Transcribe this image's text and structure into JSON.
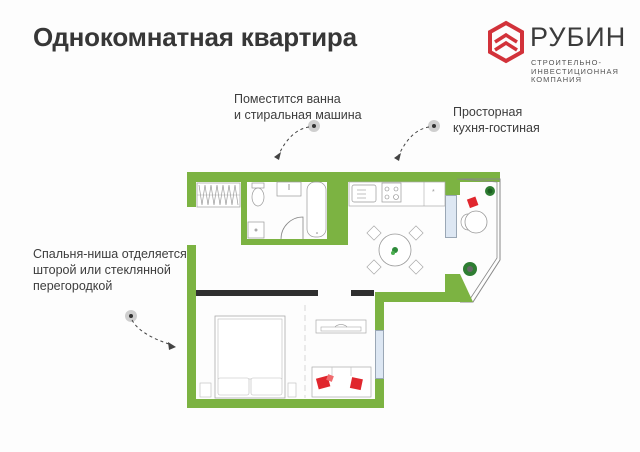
{
  "header": {
    "title": "Однокомнатная квартира"
  },
  "logo": {
    "name": "РУБИН",
    "subtitle_lines": [
      "СТРОИТЕЛЬНО-",
      "ИНВЕСТИЦИОННАЯ",
      "КОМПАНИЯ"
    ],
    "icon": "hexagon-chevron-icon",
    "color": "#d2323a"
  },
  "annotations": [
    {
      "id": "bathroom",
      "lines": [
        "Поместится ванна",
        "и стиральная машина"
      ]
    },
    {
      "id": "kitchen",
      "lines": [
        "Просторная",
        "кухня-гостиная"
      ]
    },
    {
      "id": "bedroom",
      "lines": [
        "Спальня-ниша отделяется",
        "шторой или стеклянной",
        "перегородкой"
      ]
    }
  ],
  "plan": {
    "wall_color": "#7cb342",
    "partition_color": "#2f2f2f",
    "glass_color": "#dde7f3",
    "accent_red": "#e0262d",
    "rooms": [
      "hallway-wardrobe",
      "bathroom",
      "kitchen-living",
      "balcony",
      "bedroom-niche",
      "living-area"
    ]
  }
}
